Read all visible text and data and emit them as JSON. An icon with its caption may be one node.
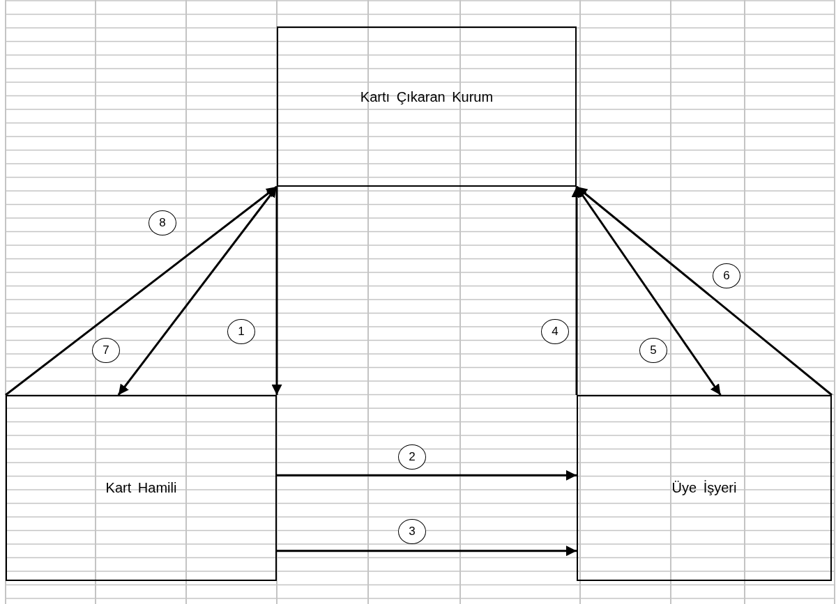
{
  "diagram": {
    "nodes": [
      {
        "text": [
          "Kartı Çıkaran Kurum"
        ]
      },
      {
        "text": [
          "Kart Hamili"
        ]
      },
      {
        "text": [
          "Üye İşyeri"
        ]
      },
      {
        "text": [
          "1"
        ]
      },
      {
        "text": [
          "2"
        ]
      },
      {
        "text": [
          "3"
        ]
      },
      {
        "text": [
          "4"
        ]
      },
      {
        "text": [
          "5"
        ]
      },
      {
        "text": [
          "6"
        ]
      },
      {
        "text": [
          "7"
        ]
      },
      {
        "text": [
          "8"
        ]
      }
    ],
    "edges": [
      {
        "from": 0,
        "to": 1,
        "arrow": "to"
      },
      {
        "from": 1,
        "to": 2,
        "arrow": "to"
      },
      {
        "from": 1,
        "to": 2,
        "arrow": "to"
      },
      {
        "from": 2,
        "to": 0,
        "arrow": "to"
      },
      {
        "from": 0,
        "to": 2,
        "arrow": "both"
      },
      {
        "from": 2,
        "to": 0,
        "arrow": "to"
      },
      {
        "from": 0,
        "to": 1,
        "arrow": "both"
      },
      {
        "from": 1,
        "to": 0,
        "arrow": "to"
      }
    ]
  }
}
